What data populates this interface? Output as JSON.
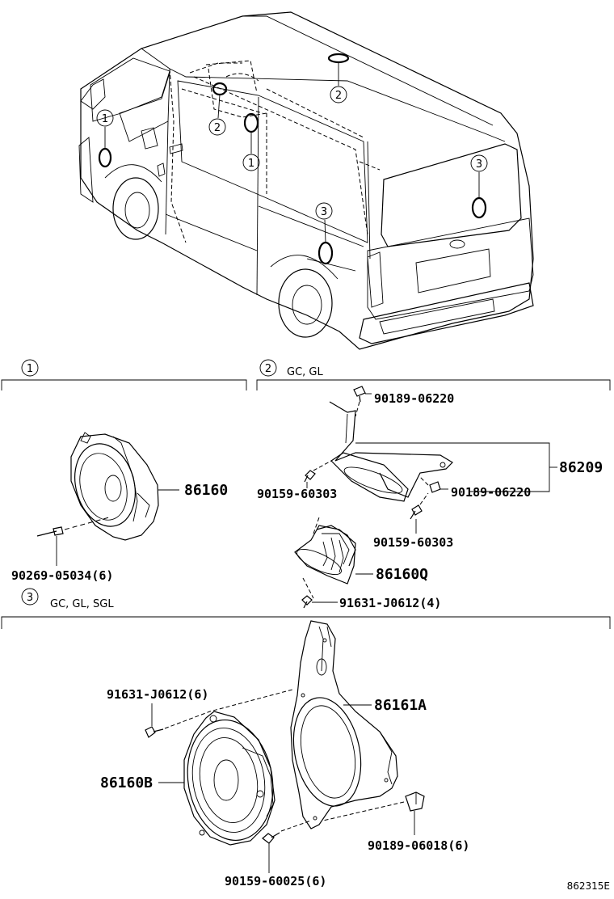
{
  "callouts": {
    "one": "1",
    "two": "2",
    "three": "3"
  },
  "sections": {
    "s1": {
      "number": "1",
      "note": ""
    },
    "s2": {
      "number": "2",
      "note": "GC, GL"
    },
    "s3": {
      "number": "3",
      "note": "GC, GL, SGL"
    }
  },
  "parts": {
    "p86160": "86160",
    "p90269": "90269-05034(6)",
    "p90189a": "90189-06220",
    "p86209": "86209",
    "p90159a": "90159-60303",
    "p90189b": "90189-06220",
    "p90159b": "90159-60303",
    "p86160Q": "86160Q",
    "p91631a": "91631-J0612(4)",
    "p91631b": "91631-J0612(6)",
    "p86161A": "86161A",
    "p86160B": "86160B",
    "p90189c": "90189-06018(6)",
    "p90159c": "90159-60025(6)"
  },
  "diagram_id": "862315E"
}
